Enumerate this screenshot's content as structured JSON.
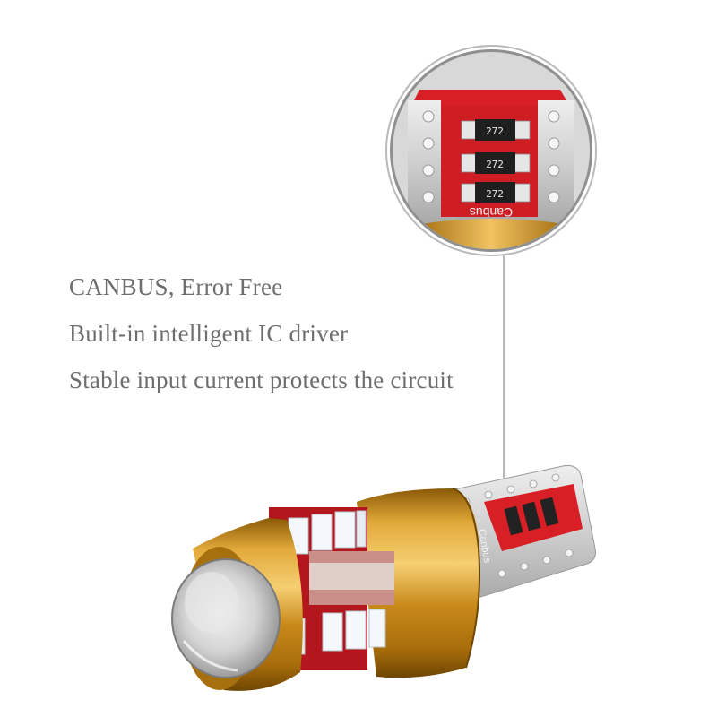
{
  "features": [
    "CANBUS, Error Free",
    "Built-in intelligent IC driver",
    "Stable input current protects the circuit"
  ],
  "markings": {
    "resistor_code": "272",
    "board_text": "Canbus"
  },
  "colors": {
    "background": "#ffffff",
    "text": "#6e6e6e",
    "gold": "#c98a12",
    "pcb_red": "#d91f26",
    "pcb_silver": "#d8d8d8",
    "led_white": "#f4f7fb",
    "leader_line": "#9a9a9a"
  }
}
